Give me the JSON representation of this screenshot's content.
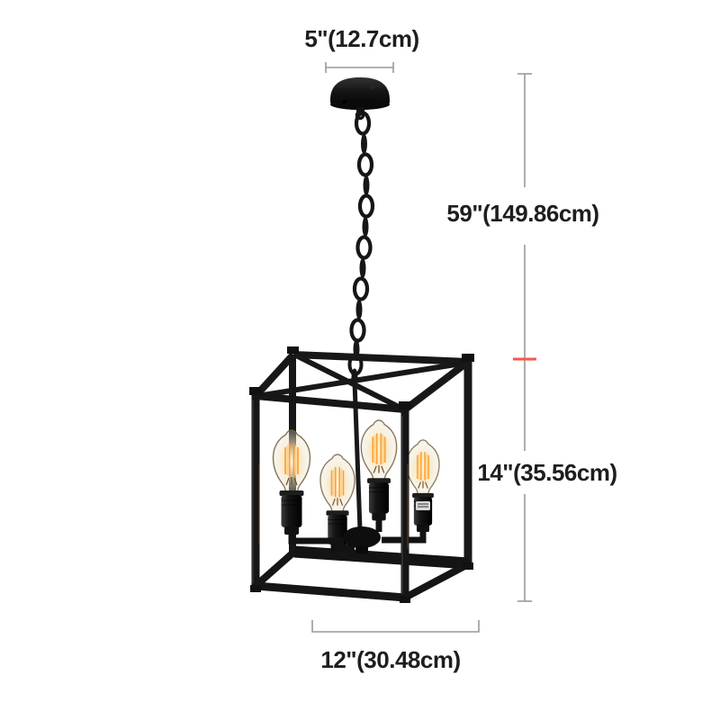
{
  "figure": {
    "type": "product-dimension-diagram",
    "subject": "black industrial cage pendant chandelier with exposed filament bulbs",
    "bulb_count": 4
  },
  "dimensions": {
    "canopy_width": "5\"(12.7cm)",
    "overall_height": "59\"(149.86cm)",
    "cage_height": "14\"(35.56cm)",
    "cage_width": "12\"(30.48cm)"
  },
  "colors": {
    "background": "#ffffff",
    "fixture_black": "#161616",
    "dimension_line": "#9a9a9a",
    "dimension_text": "#1e1e1e",
    "height_marker_red": "#fb564e",
    "filament_glow": "#ffb347",
    "glass_tint": "#f8e8c4"
  }
}
